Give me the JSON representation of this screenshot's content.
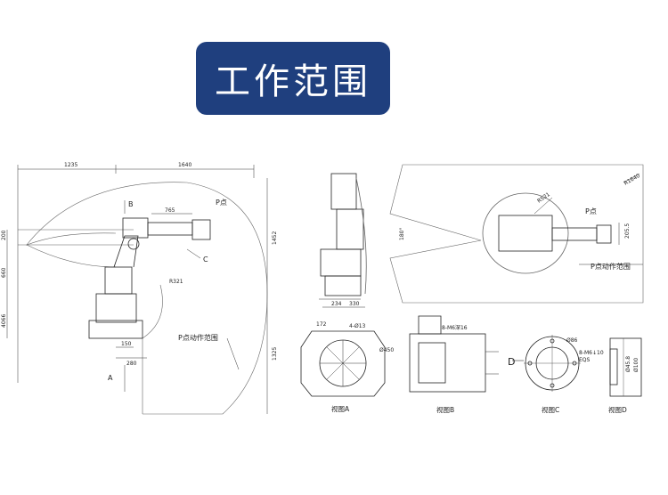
{
  "title": "工作范围",
  "colors": {
    "banner": "#1f3f7e",
    "banner_text": "#ffffff",
    "line": "#333333",
    "light": "#777777"
  },
  "side_view": {
    "dim_top_left": "1235",
    "dim_top_right": "1640",
    "dim_765": "765",
    "dim_200": "200",
    "dim_660": "660",
    "dim_4066": "4066",
    "dim_1452": "1452",
    "dim_1325": "1325",
    "dim_150": "150",
    "dim_280": "280",
    "dim_r321": "R321",
    "label_b": "B",
    "label_c": "C",
    "label_a": "A",
    "label_p_point": "P点",
    "label_p_range": "P点动作范围"
  },
  "front_view": {
    "dim_234": "234",
    "dim_330": "330"
  },
  "top_view": {
    "dim_r540": "R1640",
    "dim_r521": "R521",
    "dim_180": "180°",
    "dim_205": "205.5",
    "label_p_point": "P点",
    "label_p_range": "P点动作范围"
  },
  "views": {
    "a": {
      "caption": "视图A",
      "dim_left": "4-Ø13",
      "dim_diag": "172",
      "dim_right": "Ø450"
    },
    "b": {
      "caption": "视图B",
      "dim_top": "8-M6深16"
    },
    "c": {
      "caption": "视图C",
      "dim_diam": "Ø86",
      "dim_holes": "8-M6↓10",
      "dim_eq": "EQS",
      "label_d": "D"
    },
    "d": {
      "caption": "视图D",
      "dim_1": "Ø45.8",
      "dim_2": "Ø100"
    }
  }
}
